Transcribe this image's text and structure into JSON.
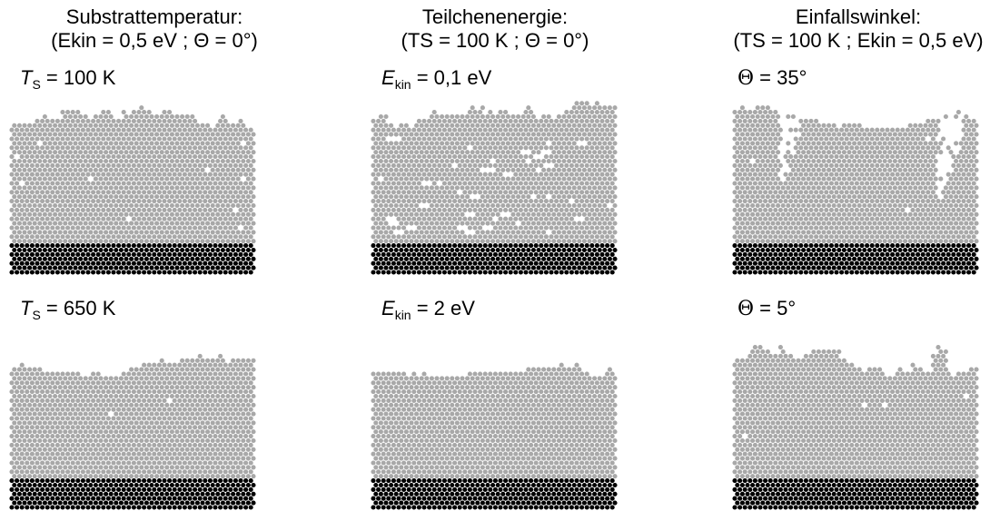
{
  "columns": [
    {
      "title": "Substrattemperatur:",
      "condition": "(Ekin = 0,5 eV ; Θ = 0°)",
      "panels": [
        {
          "label_symbol": "T",
          "label_sub": "S",
          "label_value": " = 100 K",
          "surface_profile": "rough, scattered adatoms on top"
        },
        {
          "label_symbol": "T",
          "label_sub": "S",
          "label_value": " = 650 K",
          "surface_profile": "smoother, few islands"
        }
      ]
    },
    {
      "title": "Teilchenenergie:",
      "condition": "(TS = 100 K ; Θ = 0°)",
      "panels": [
        {
          "label_symbol": "E",
          "label_sub": "kin",
          "label_value": " = 0,1 eV",
          "surface_profile": "rough, many voids"
        },
        {
          "label_symbol": "E",
          "label_sub": "kin",
          "label_value": " = 2 eV",
          "surface_profile": "dense, flat"
        }
      ]
    },
    {
      "title": "Einfallswinkel:",
      "condition": "(TS = 100 K ; Ekin = 0,5 eV)",
      "panels": [
        {
          "label_symbol": "Θ",
          "label_sub": "",
          "label_value": " = 35°",
          "surface_profile": "columnar with deep gaps"
        },
        {
          "label_symbol": "Θ",
          "label_sub": "",
          "label_value": " = 5°",
          "surface_profile": "moderately rough"
        }
      ]
    }
  ],
  "colors": {
    "film_atom": "#a8a8a8",
    "substrate_atom": "#000000",
    "background": "#ffffff",
    "text": "#000000"
  }
}
